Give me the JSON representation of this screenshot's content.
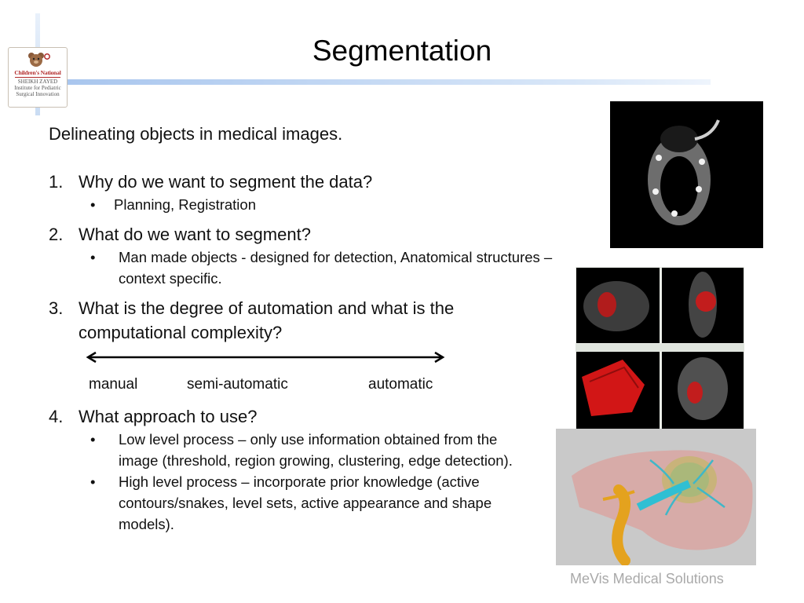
{
  "slide": {
    "title": "Segmentation",
    "intro": "Delineating objects in medical images.",
    "logo": {
      "line1": "Children's National",
      "line2": "SHEIKH ZAYED",
      "line3": "Institute for Pediatric",
      "line4": "Surgical Innovation"
    },
    "questions": [
      {
        "num": "1.",
        "text": "Why do we want to segment the data?",
        "bullets": [
          "Planning, Registration"
        ]
      },
      {
        "num": "2.",
        "text": "What do we want to segment?",
        "bullets": [
          "Man made objects - designed for detection, Anatomical structures – context specific."
        ]
      },
      {
        "num": "3.",
        "text": "What is the degree of automation and what is the computational complexity?",
        "bullets": []
      },
      {
        "num": "4.",
        "text": "What approach to use?",
        "bullets": [
          "Low level process – only use information obtained from the image (threshold, region growing, clustering, edge detection).",
          "High level process – incorporate prior knowledge (active contours/snakes, level sets, active appearance and shape models)."
        ]
      }
    ],
    "automation_scale": {
      "left": "manual",
      "middle": "semi-automatic",
      "right": "automatic"
    },
    "bullet_glyph": "•",
    "credit": "MeVis Medical Solutions"
  }
}
